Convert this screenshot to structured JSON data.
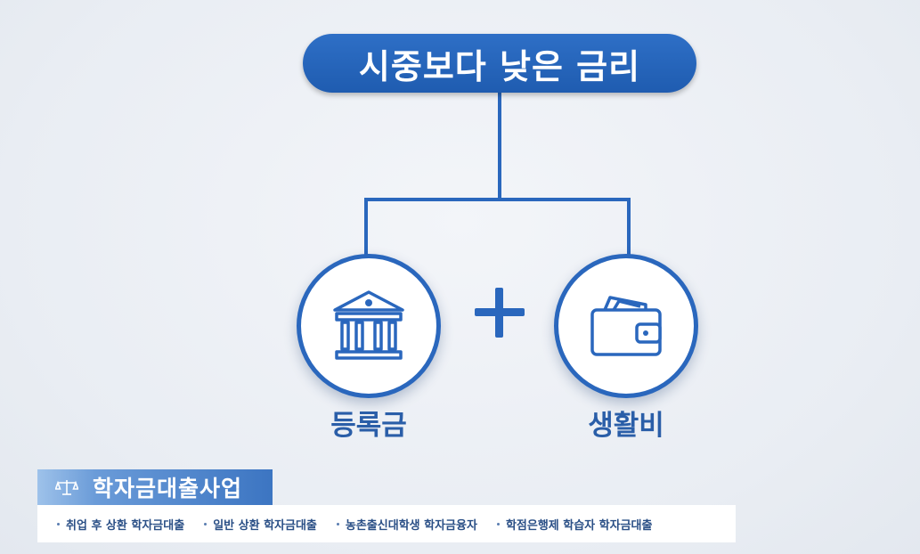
{
  "title": "시중보다 낮은 금리",
  "items": [
    {
      "label": "등록금",
      "icon": "bank-building-icon"
    },
    {
      "label": "생활비",
      "icon": "wallet-icon"
    }
  ],
  "footer": {
    "heading": "학자금대출사업",
    "heading_icon": "scales-icon",
    "programs": [
      "취업 후 상환 학자금대출",
      "일반 상환 학자금대출",
      "농촌출신대학생 학자금융자",
      "학점은행제 학습자 학자금대출"
    ]
  },
  "colors": {
    "primary": "#2a67bd",
    "label": "#2a5ea8",
    "background": "#eef1f6"
  }
}
